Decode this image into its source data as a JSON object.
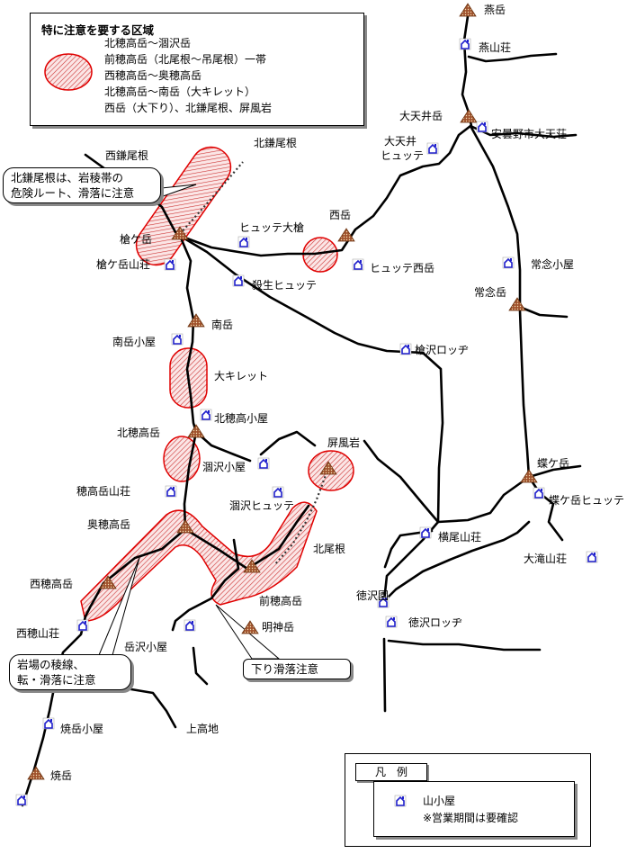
{
  "legend": {
    "title": "特に注意を要する区域",
    "lines": [
      "北穂高岳～涸沢岳",
      "前穂高岳（北尾根～吊尾根）一帯",
      "西穂高岳～奥穂高岳",
      "北穂高岳～南岳（大キレット）",
      "西岳（大下り）、北鎌尾根、屏風岩"
    ]
  },
  "callouts": {
    "kitakama": [
      "北鎌尾根は、岩稜帯の",
      "危険ルート、滑落に注意"
    ],
    "iwaba": [
      "岩場の稜線、",
      "転・滑落に注意"
    ],
    "kudari": "下り滑落注意"
  },
  "hanrei": {
    "title": "凡　例",
    "hut_label": "山小屋",
    "note": "※営業期間は要確認"
  },
  "places": {
    "tsubakuro": "燕岳",
    "enzanso": "燕山荘",
    "otenshodake": "大天井岳",
    "azumino_otenso": "安曇野市大天荘",
    "otensho_hutte": "大天井",
    "otensho_hutte2": "ヒュッテ",
    "nishikama": "西鎌尾根",
    "kitakama": "北鎌尾根",
    "hutte_oyari": "ヒュッテ大槍",
    "nishidake": "西岳",
    "yarigatake": "槍ケ岳",
    "hutte_nishidake": "ヒュッテ西岳",
    "yarigatake_sanso": "槍ケ岳山荘",
    "sessho_hutte": "殺生ヒュッテ",
    "jonen_koya": "常念小屋",
    "jonendake": "常念岳",
    "minamidake": "南岳",
    "minamidake_koya": "南岳小屋",
    "yarisawa_lodge": "槍沢ロッヂ",
    "daikiretto": "大キレット",
    "kitahotaka_koya": "北穂高小屋",
    "kitahotaka": "北穂高岳",
    "byobuiwa": "屏風岩",
    "karasawa_koya": "涸沢小屋",
    "chogatake": "蝶ケ岳",
    "hotaka_sanso": "穂高岳山荘",
    "karasawa_hutte": "涸沢ヒュッテ",
    "chogatake_hutte": "蝶ケ岳ヒュッテ",
    "okuhotaka": "奥穂高岳",
    "yokoo_sanso": "横尾山荘",
    "kitaone": "北尾根",
    "otaki_sanso": "大滝山荘",
    "nishihotaka": "西穂高岳",
    "tokusawaen": "徳沢園",
    "maehotaka": "前穂高岳",
    "tokusawa_lodge": "徳沢ロッヂ",
    "nishihotaka_sanso": "西穂山荘",
    "myojindake": "明神岳",
    "dakesawa_koya": "岳沢小屋",
    "kamikochi": "上高地",
    "yakedake_koya": "焼岳小屋",
    "yakedake": "焼岳"
  },
  "colors": {
    "hazard": "#e00000",
    "hut": "#1f1fcc",
    "peak": "#8b4513"
  }
}
